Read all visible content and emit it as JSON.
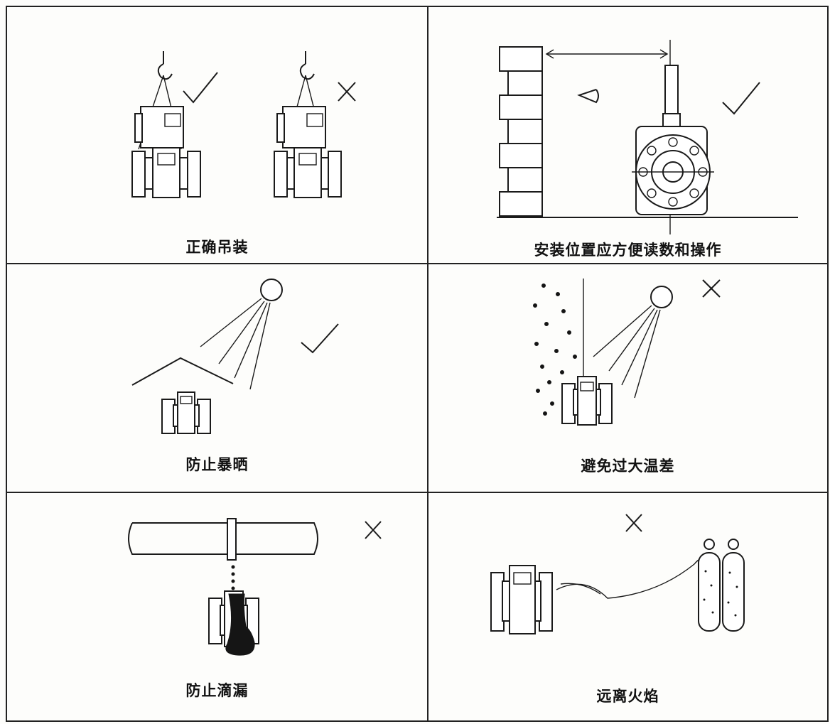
{
  "panels": [
    {
      "caption": "正确吊装",
      "marks": [
        "check",
        "cross"
      ]
    },
    {
      "caption": "安装位置应方便读数和操作",
      "marks": [
        "check"
      ]
    },
    {
      "caption": "防止暴晒",
      "marks": [
        "check"
      ]
    },
    {
      "caption": "避免过大温差",
      "marks": [
        "cross"
      ]
    },
    {
      "caption": "防止滴漏",
      "marks": [
        "cross"
      ]
    },
    {
      "caption": "远离火焰",
      "marks": [
        "cross"
      ]
    }
  ],
  "icons": {
    "check": "check-mark-icon",
    "cross": "cross-mark-icon",
    "sun": "sun-icon",
    "eye": "eye-icon",
    "hook": "crane-hook-icon",
    "flowmeter": "flowmeter-icon",
    "gas_cylinder": "gas-cylinder-icon"
  },
  "colors": {
    "line": "#1a1a1a",
    "paper": "#fdfdfb"
  }
}
